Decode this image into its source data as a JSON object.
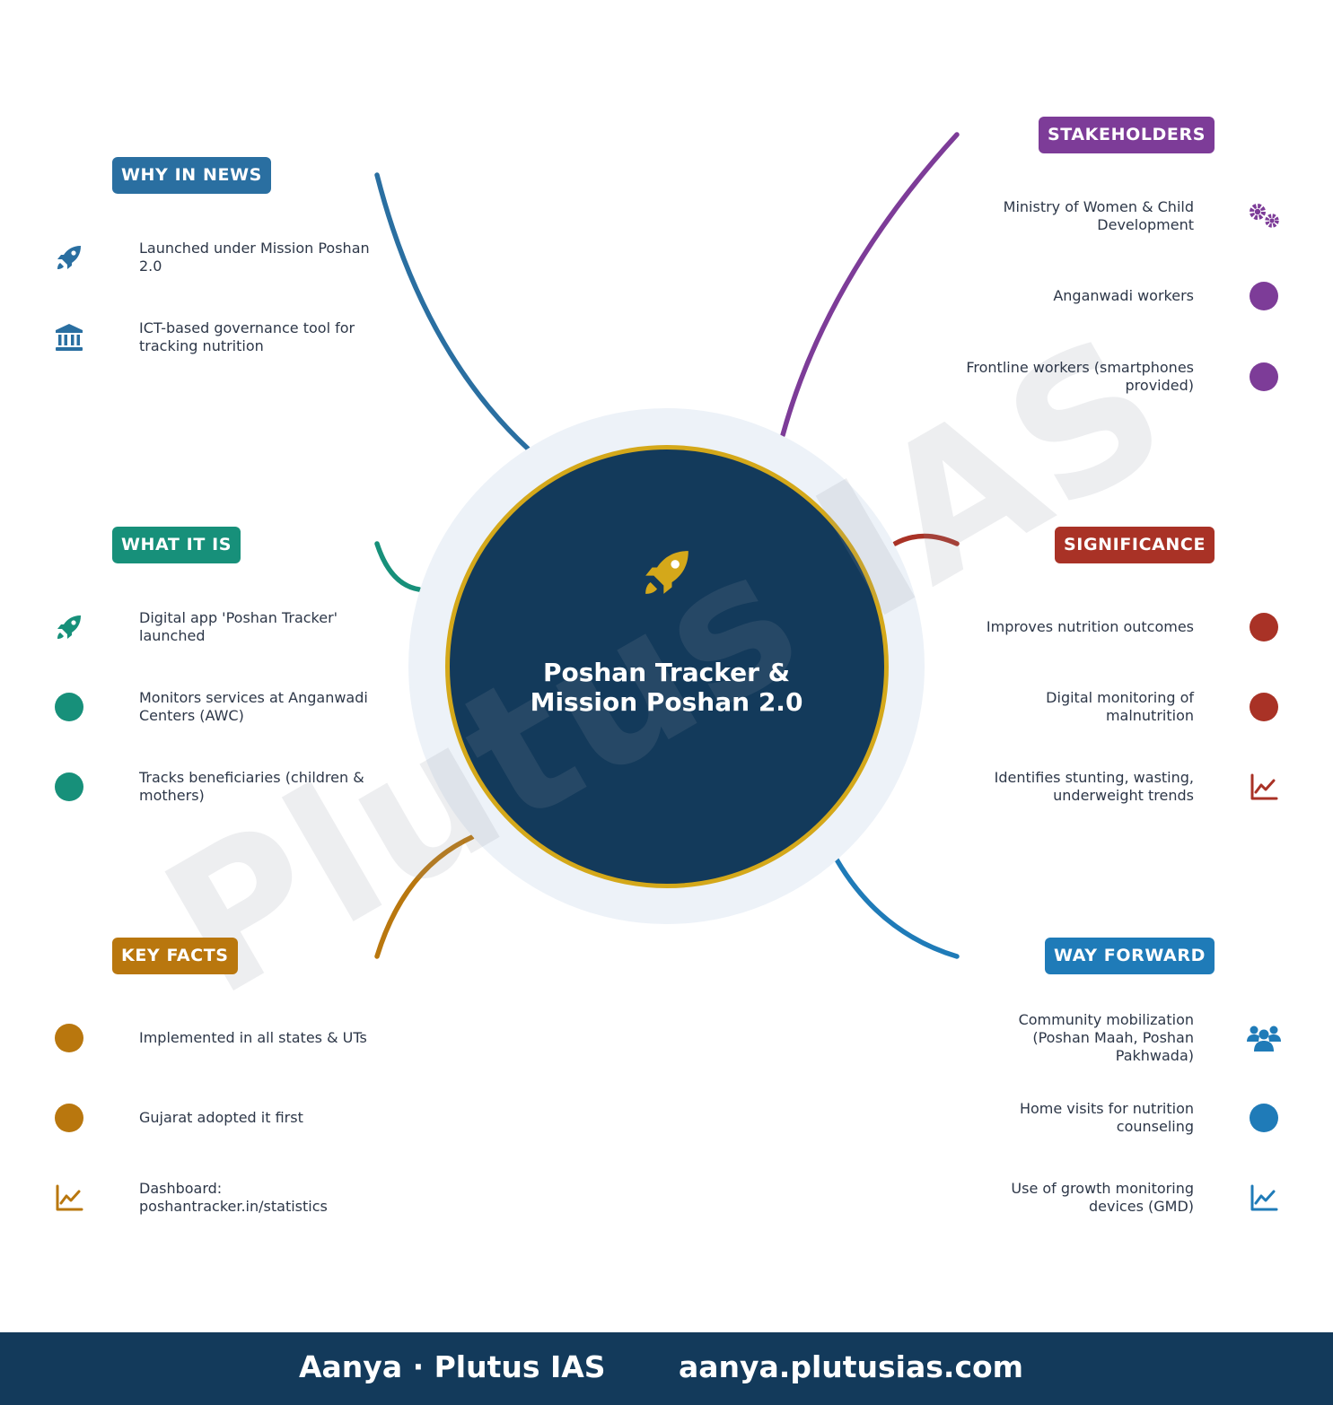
{
  "center": {
    "title": "Poshan Tracker & Mission Poshan 2.0",
    "icon": "rocket-icon",
    "fill_color": "#133a5b",
    "ring_color": "#d4a81a"
  },
  "watermark": "Plutus IAS",
  "branches": [
    {
      "id": "why-in-news",
      "title": "WHY IN NEWS",
      "color": "#2a6fa1",
      "items": [
        {
          "text": "Launched under Mission Poshan 2.0",
          "icon": "rocket-icon"
        },
        {
          "text": "ICT-based governance tool for tracking nutrition",
          "icon": "government-building-icon"
        }
      ]
    },
    {
      "id": "what-it-is",
      "title": "WHAT IT IS",
      "color": "#17907a",
      "items": [
        {
          "text": "Digital app 'Poshan Tracker' launched",
          "icon": "rocket-icon"
        },
        {
          "text": "Monitors services at Anganwadi Centers (AWC)",
          "icon": "bullet-icon"
        },
        {
          "text": "Tracks beneficiaries (children & mothers)",
          "icon": "bullet-icon"
        }
      ]
    },
    {
      "id": "key-facts",
      "title": "KEY FACTS",
      "color": "#b9770e",
      "items": [
        {
          "text": "Implemented in all states & UTs",
          "icon": "bullet-icon"
        },
        {
          "text": "Gujarat adopted it first",
          "icon": "bullet-icon"
        },
        {
          "text": "Dashboard: poshantracker.in/statistics",
          "icon": "line-chart-icon"
        }
      ]
    },
    {
      "id": "stakeholders",
      "title": "STAKEHOLDERS",
      "color": "#7d3c98",
      "items": [
        {
          "text": "Ministry of Women & Child Development",
          "icon": "gears-icon"
        },
        {
          "text": "Anganwadi workers",
          "icon": "bullet-icon"
        },
        {
          "text": "Frontline workers (smartphones provided)",
          "icon": "bullet-icon"
        }
      ]
    },
    {
      "id": "significance",
      "title": "SIGNIFICANCE",
      "color": "#a93226",
      "items": [
        {
          "text": "Improves nutrition outcomes",
          "icon": "bullet-icon"
        },
        {
          "text": "Digital monitoring of malnutrition",
          "icon": "bullet-icon"
        },
        {
          "text": "Identifies stunting, wasting, underweight trends",
          "icon": "line-chart-icon"
        }
      ]
    },
    {
      "id": "way-forward",
      "title": "WAY FORWARD",
      "color": "#1f7bb8",
      "items": [
        {
          "text": "Community mobilization (Poshan Maah, Poshan Pakhwada)",
          "icon": "users-icon"
        },
        {
          "text": "Home visits for nutrition counseling",
          "icon": "bullet-icon"
        },
        {
          "text": "Use of growth monitoring devices (GMD)",
          "icon": "line-chart-icon"
        }
      ]
    }
  ],
  "footer": {
    "brand": "Aanya · Plutus IAS",
    "url": "aanya.plutusias.com"
  }
}
